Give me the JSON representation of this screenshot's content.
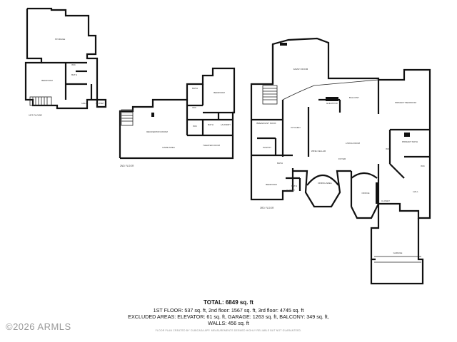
{
  "rooms": {
    "storage_1": "STORAGE",
    "bedroom_1": "BEDROOM",
    "bath_1": "BATH",
    "wic_1": "WIC",
    "hall_1": "HALL",
    "closet_1": "CLOSET",
    "bath_2": "BATH",
    "bedroom_2": "BEDROOM",
    "recreation_room": "RECREATION ROOM",
    "game_area": "GAME AREA",
    "theater_room": "THEATER ROOM",
    "wic_2": "WIC",
    "laundry": "LAUNDRY",
    "family_room": "FAMILY ROOM",
    "balcony": "BALCONY",
    "elevator": "ELEVATOR",
    "primary_bedroom": "PRIMARY BEDROOM",
    "breakfast_nook": "BREAKFAST NOOK",
    "kitchen": "KITCHEN",
    "pantry": "PANTRY",
    "living_room": "LIVING ROOM",
    "wine_cellar": "WINE CELLAR",
    "foyer": "FOYER",
    "primary_bath": "PRIMARY BATH",
    "wic_3": "WIC",
    "bath_3": "BATH",
    "bedroom_3": "BEDROOM",
    "dining_area": "DINING AREA",
    "office": "OFFICE",
    "closet_2": "CLOSET",
    "hall_2": "HALL",
    "garage": "GARAGE"
  },
  "floor_labels": {
    "first": "1ST FLOOR",
    "second": "2ND FLOOR",
    "third": "3RD FLOOR"
  },
  "summary": {
    "total": "TOTAL: 6849 sq. ft",
    "line1": "1ST FLOOR: 537 sq. ft, 2nd floor: 1567 sq. ft, 3rd floor: 4745 sq. ft",
    "line2": "EXCLUDED AREAS: ELEVATOR: 61 sq. ft, GARAGE: 1263 sq. ft, BALCONY: 349 sq. ft,",
    "line3": "WALLS: 456 sq. ft"
  },
  "disclaimer": "FLOOR PLAN CREATED BY CUBICASA APP. MEASUREMENTS DEEMED HIGHLY RELIABLE BUT NOT GUARANTEED.",
  "watermark": "©2026 ARMLS"
}
